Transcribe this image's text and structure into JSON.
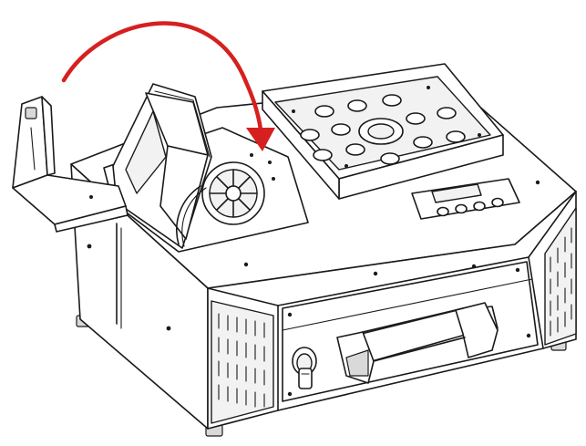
{
  "figure": {
    "colors": {
      "line": "#1a1a1a",
      "arrow": "#d62020",
      "background": "#ffffff",
      "panel_shade": "#f2f2f2"
    },
    "parts": [
      "mounting-bracket",
      "fluid-tank",
      "top-plate",
      "led-panel",
      "control-display",
      "control-buttons",
      "vent-grille",
      "carry-handle",
      "power-connector"
    ],
    "annotation": "rotate-tank-into-position-arrow"
  }
}
